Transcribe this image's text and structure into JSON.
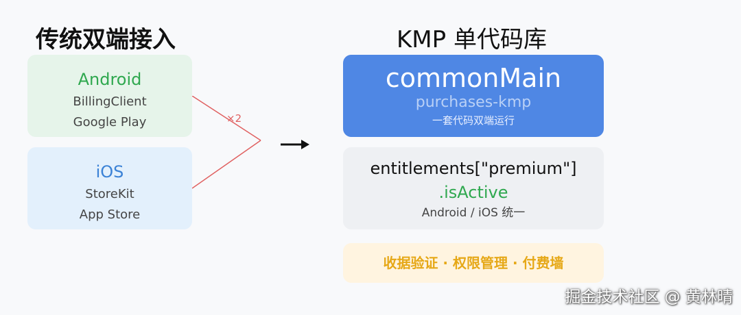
{
  "left_section": {
    "title": "传统双端接入",
    "android": {
      "title": "Android",
      "lines": [
        "BillingClient",
        "Google Play"
      ]
    },
    "ios": {
      "title": "iOS",
      "lines": [
        "StoreKit",
        "App Store"
      ]
    },
    "multiplier": "×2"
  },
  "right_section": {
    "title": "KMP 单代码库",
    "common": {
      "title": "commonMain",
      "subtitle": "purchases-kmp",
      "note": "一套代码双端运行"
    },
    "entitlements": {
      "code": "entitlements[\"premium\"]",
      "active": ".isActive",
      "note": "Android / iOS 统一"
    },
    "features": "收据验证 · 权限管理 · 付费墙"
  },
  "watermark": "掘金技术社区 @ 黄林晴",
  "colors": {
    "android_green": "#2fa84f",
    "ios_blue": "#3b82d6",
    "common_blue": "#4f87e4",
    "feature_orange": "#e6a817",
    "connector_red": "#e06060"
  }
}
